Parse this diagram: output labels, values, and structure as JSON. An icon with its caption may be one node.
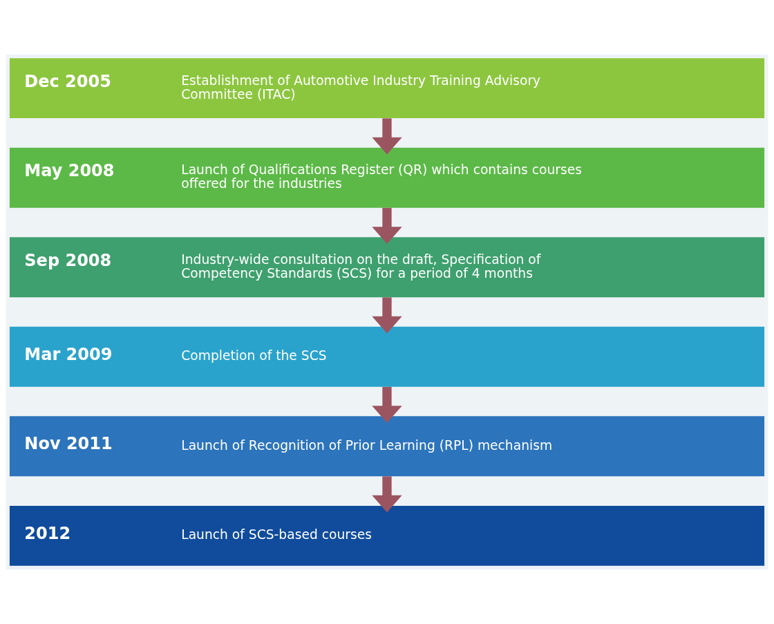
{
  "diagram": {
    "nodes": [
      {
        "text": [
          "Dec 2005",
          "Establishment of Automotive Industry Training Advisory Committee (ITAC)"
        ]
      },
      {
        "text": [
          "May 2008",
          "Launch of Qualifications Register (QR) which contains courses offered for the industries"
        ]
      },
      {
        "text": [
          "Sep 2008",
          "Industry-wide consultation on the draft, Specification of Competency Standards (SCS) for a period of 4 months"
        ]
      },
      {
        "text": [
          "Mar 2009",
          "Completion of the SCS"
        ]
      },
      {
        "text": [
          "Nov 2011",
          "Launch of Recognition of Prior Learning (RPL) mechanism"
        ]
      },
      {
        "text": [
          "2012",
          "Launch of SCS-based courses"
        ]
      }
    ],
    "edges": [
      {
        "from": 0,
        "to": 1,
        "arrow": "to"
      },
      {
        "from": 1,
        "to": 2,
        "arrow": "to"
      },
      {
        "from": 2,
        "to": 3,
        "arrow": "to"
      },
      {
        "from": 3,
        "to": 4,
        "arrow": "to"
      },
      {
        "from": 4,
        "to": 5,
        "arrow": "to"
      }
    ]
  }
}
